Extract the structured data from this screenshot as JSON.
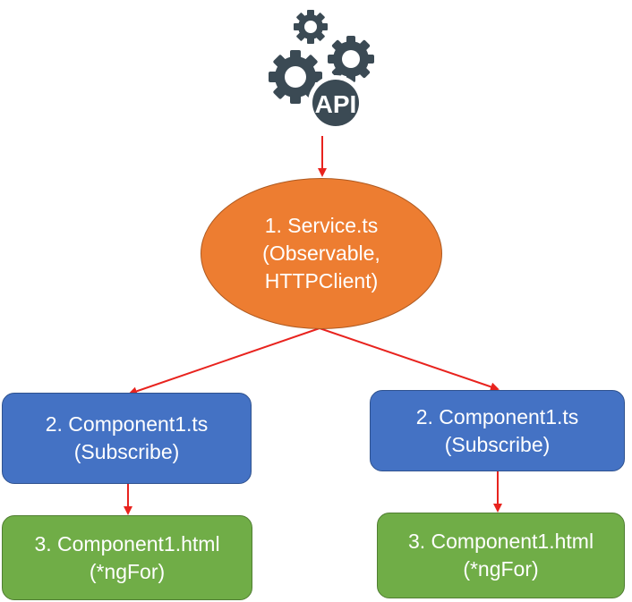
{
  "api_icon": {
    "label": "API",
    "icon": "gears-api-icon",
    "color": "#3b4a54"
  },
  "service": {
    "line1": "1. Service.ts",
    "line2": "(Observable,",
    "line3": "HTTPClient)",
    "color": "#ed7d31"
  },
  "components": [
    {
      "line1": "2. Component1.ts",
      "line2": "(Subscribe)"
    },
    {
      "line1": "2. Component1.ts",
      "line2": "(Subscribe)"
    }
  ],
  "templates": [
    {
      "line1": "3. Component1.html",
      "line2": "(*ngFor)"
    },
    {
      "line1": "3. Component1.html",
      "line2": "(*ngFor)"
    }
  ],
  "colors": {
    "component": "#4472c4",
    "template": "#70ad47",
    "arrow": "#e8231e"
  }
}
